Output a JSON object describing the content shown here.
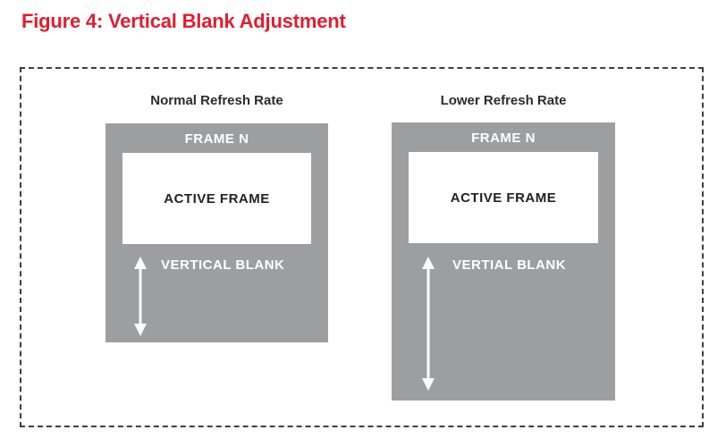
{
  "title": "Figure 4: Vertical Blank Adjustment",
  "colors": {
    "accent_red": "#e11d2e",
    "frame_gray": "#9d9ea0",
    "text_dark": "#2b2b2b",
    "arrow_white": "#ffffff",
    "border_dashed": "#3f3f3f"
  },
  "diagram": {
    "left": {
      "heading": "Normal Refresh Rate",
      "frame_label": "FRAME N",
      "active_label": "ACTIVE FRAME",
      "blank_label": "VERTICAL BLANK"
    },
    "right": {
      "heading": "Lower Refresh Rate",
      "frame_label": "FRAME N",
      "active_label": "ACTIVE FRAME",
      "blank_label": "VERTIAL BLANK"
    }
  }
}
